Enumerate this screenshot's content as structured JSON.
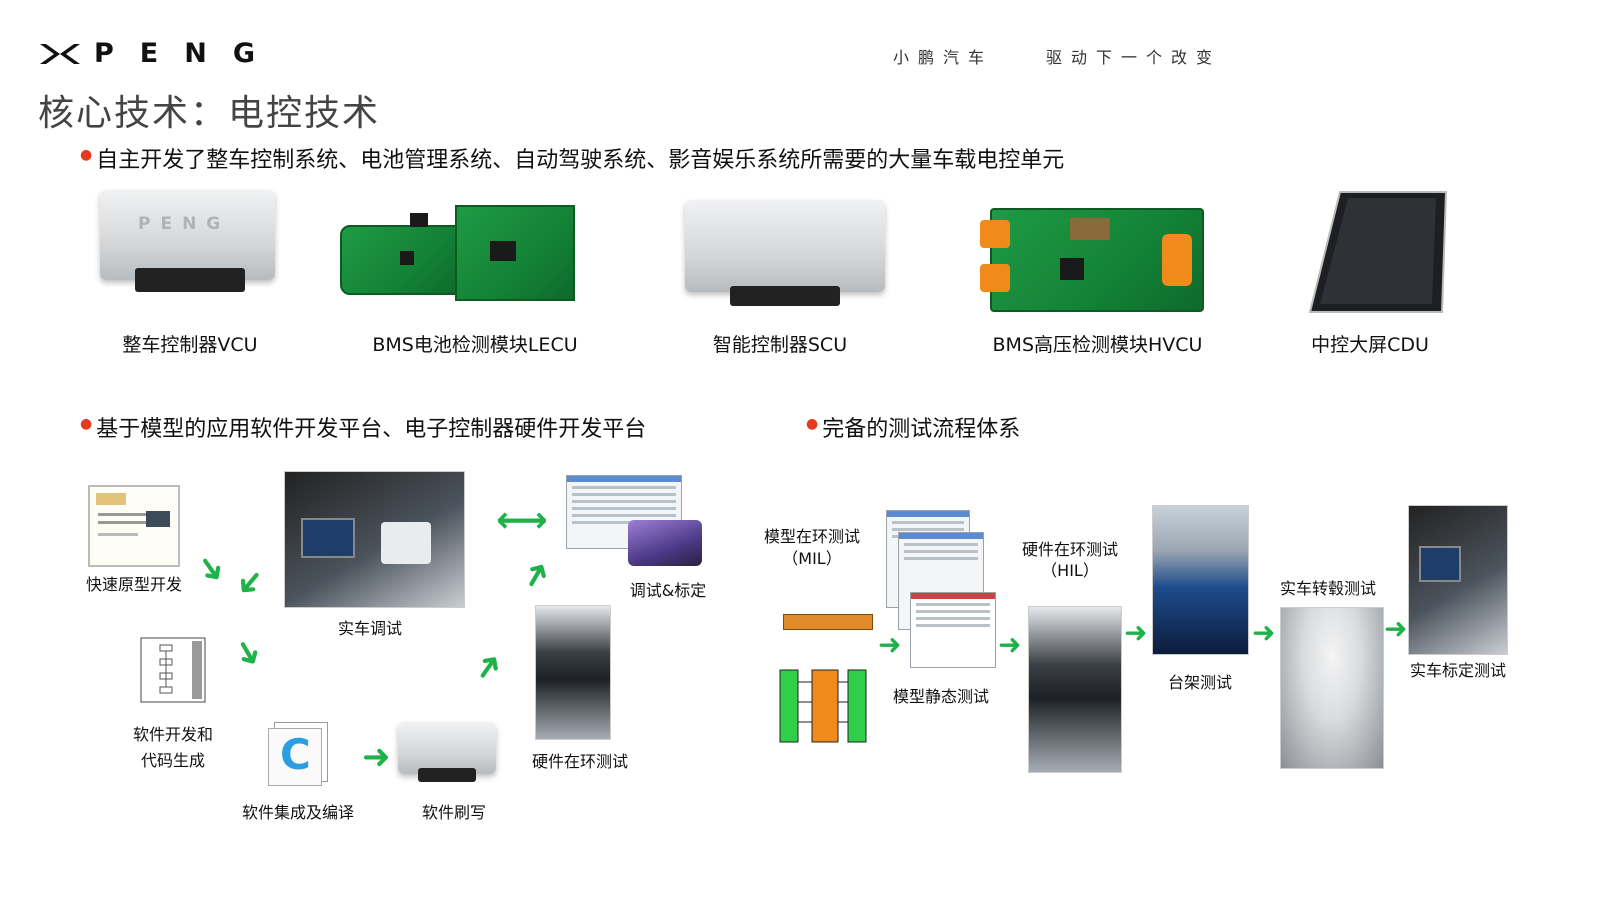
{
  "header": {
    "brand": "PENG",
    "slogan_left": "小鹏汽车",
    "slogan_right": "驱动下一个改变"
  },
  "title": "核心技术：电控技术",
  "section1": {
    "bullet": "自主开发了整车控制系统、电池管理系统、自动驾驶系统、影音娱乐系统所需要的大量车载电控单元",
    "products": [
      {
        "caption": "整车控制器VCU",
        "icon": "vcu-ecu-image",
        "brand_mark": "PENG"
      },
      {
        "caption": "BMS电池检测模块LECU",
        "icon": "bms-pcb-image"
      },
      {
        "caption": "智能控制器SCU",
        "icon": "scu-ecu-image"
      },
      {
        "caption": "BMS高压检测模块HVCU",
        "icon": "hvcu-pcb-image"
      },
      {
        "caption": "中控大屏CDU",
        "icon": "cdu-screen-image"
      }
    ]
  },
  "section2": {
    "bullet": "基于模型的应用软件开发平台、电子控制器硬件开发平台",
    "steps": {
      "rapid_proto": "快速原型开发",
      "code_gen_line1": "软件开发和",
      "code_gen_line2": "代码生成",
      "integration": "软件集成及编译",
      "flashing": "软件刷写",
      "hil": "硬件在环测试",
      "calibration": "调试&标定",
      "vehicle_debug": "实车调试"
    }
  },
  "section3": {
    "bullet": "完备的测试流程体系",
    "steps": {
      "mil_line1": "模型在环测试",
      "mil_line2": "（MIL）",
      "static": "模型静态测试",
      "hil_line1": "硬件在环测试",
      "hil_line2": "（HIL）",
      "bench": "台架测试",
      "dyno": "实车转毂测试",
      "vehicle_cal": "实车标定测试"
    }
  },
  "colors": {
    "bullet_dot": "#e53a1e",
    "arrow_green": "#1fb24a",
    "pcb_green": "#1f9a44"
  }
}
